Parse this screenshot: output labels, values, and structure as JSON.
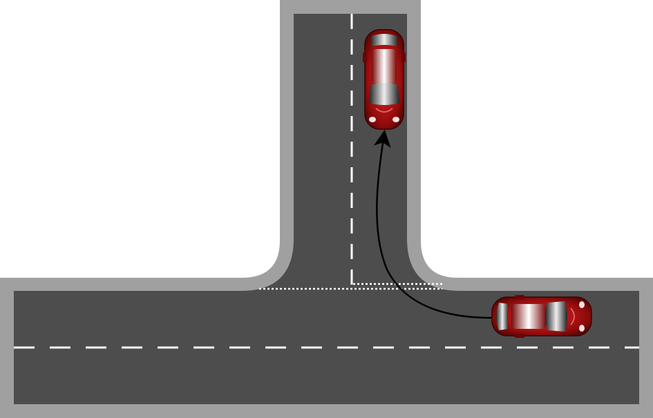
{
  "colors": {
    "background": "#ffffff",
    "curb": "#a0a0a0",
    "asphalt": "#4d4d4d",
    "lane_marking": "#ffffff",
    "car_body": "#9b0d0d",
    "car_body_dark": "#5a0505",
    "path_arrow": "#000000"
  },
  "icons": {
    "car": "car-top-view-icon",
    "arrow": "arrow-head-icon"
  },
  "scene": {
    "description_type": "t-junction-right-turn",
    "cars": [
      {
        "name": "car-turned",
        "state": "after-turn",
        "heading": "up"
      },
      {
        "name": "car-waiting",
        "state": "before-turn",
        "heading": "right"
      }
    ]
  }
}
